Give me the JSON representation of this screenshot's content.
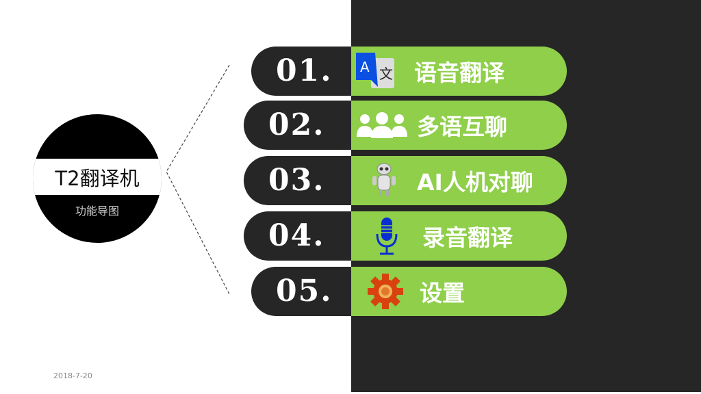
{
  "center": {
    "title": "T2翻译机",
    "subtitle": "功能导图"
  },
  "items": [
    {
      "num": "01.",
      "label": "语音翻译",
      "icon": "translate-icon"
    },
    {
      "num": "02.",
      "label": "多语互聊",
      "icon": "users-icon"
    },
    {
      "num": "03.",
      "label": "AI人机对聊",
      "icon": "robot-icon"
    },
    {
      "num": "04.",
      "label": "录音翻译",
      "icon": "microphone-icon"
    },
    {
      "num": "05.",
      "label": "设置",
      "icon": "gear-icon"
    }
  ],
  "footer": {
    "date": "2018-7-20"
  },
  "colors": {
    "accent": "#8fcf4a",
    "dark": "#262626"
  }
}
